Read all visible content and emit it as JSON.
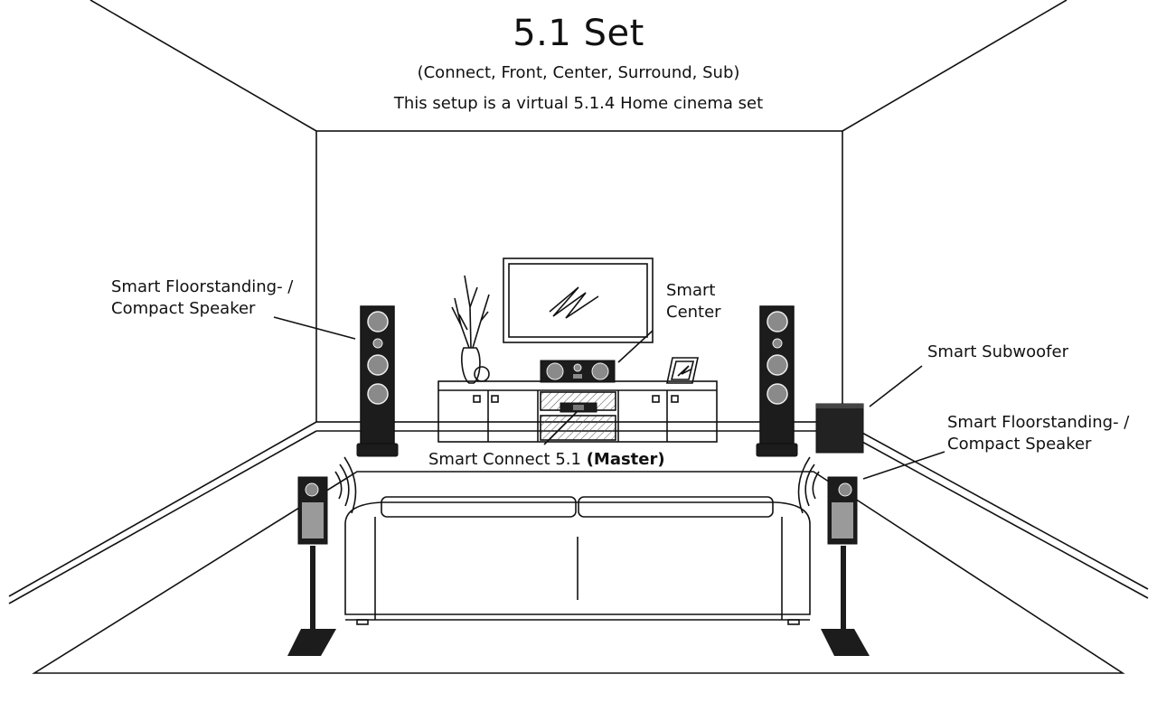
{
  "header": {
    "title": "5.1 Set",
    "subtitle": "(Connect, Front, Center, Surround, Sub)",
    "note": "This setup is a virtual 5.1.4 Home cinema set"
  },
  "labels": {
    "front_left": [
      "Smart Floorstanding- /",
      "Compact Speaker"
    ],
    "center": [
      "Smart",
      "Center"
    ],
    "subwoofer": "Smart Subwoofer",
    "surround_right": [
      "Smart Floorstanding- /",
      "Compact Speaker"
    ],
    "connect": "Smart Connect 5.1",
    "connect_role": "(Master)"
  },
  "colors": {
    "line": "#111111",
    "speaker_body": "#1c1c1c",
    "driver": "#8a8a8a",
    "sub_body": "#222222"
  }
}
